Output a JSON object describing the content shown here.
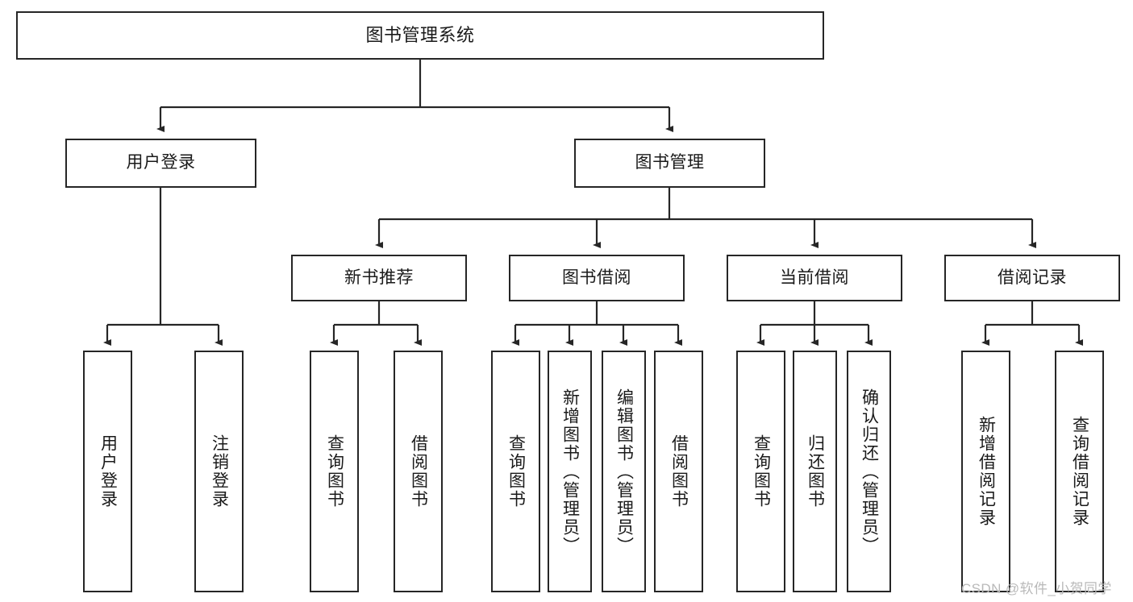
{
  "diagram": {
    "type": "tree",
    "title": "图书管理系统",
    "orientation": "top-down",
    "colors": {
      "box_border": "#262626",
      "box_fill": "#ffffff",
      "edge": "#262626",
      "text": "#1a1a1a",
      "watermark": "#b9b9b9"
    }
  },
  "nodes": {
    "root": {
      "label": "图书管理系统"
    },
    "level2": [
      {
        "id": "user-login",
        "label": "用户登录"
      },
      {
        "id": "book-management",
        "label": "图书管理"
      }
    ],
    "level3": [
      {
        "id": "new-book-recommend",
        "label": "新书推荐"
      },
      {
        "id": "book-borrow",
        "label": "图书借阅"
      },
      {
        "id": "current-borrow",
        "label": "当前借阅"
      },
      {
        "id": "borrow-record",
        "label": "借阅记录"
      }
    ],
    "leaves": [
      {
        "id": "leaf-user-login",
        "label": "用户登录",
        "parent": "user-login"
      },
      {
        "id": "leaf-logout-login",
        "label": "注销登录",
        "parent": "user-login"
      },
      {
        "id": "leaf-query-book-1",
        "label": "查询图书",
        "parent": "new-book-recommend"
      },
      {
        "id": "leaf-borrow-book-1",
        "label": "借阅图书",
        "parent": "new-book-recommend"
      },
      {
        "id": "leaf-query-book-2",
        "label": "查询图书",
        "parent": "book-borrow"
      },
      {
        "id": "leaf-add-book",
        "label": "新增图书（管理员）",
        "parent": "book-borrow"
      },
      {
        "id": "leaf-edit-book",
        "label": "编辑图书（管理员）",
        "parent": "book-borrow"
      },
      {
        "id": "leaf-borrow-book-2",
        "label": "借阅图书",
        "parent": "book-borrow"
      },
      {
        "id": "leaf-query-book-3",
        "label": "查询图书",
        "parent": "current-borrow"
      },
      {
        "id": "leaf-return-book",
        "label": "归还图书",
        "parent": "current-borrow"
      },
      {
        "id": "leaf-confirm-return",
        "label": "确认归还（管理员）",
        "parent": "current-borrow"
      },
      {
        "id": "leaf-add-record",
        "label": "新增借阅记录",
        "parent": "borrow-record"
      },
      {
        "id": "leaf-query-record",
        "label": "查询借阅记录",
        "parent": "borrow-record"
      }
    ]
  },
  "watermark": {
    "text": "CSDN @软件_小贺同学"
  }
}
